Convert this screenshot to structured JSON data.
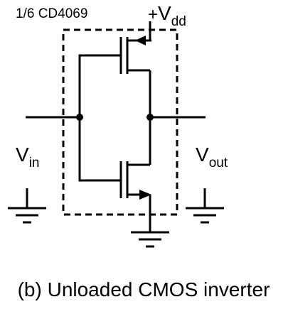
{
  "ic_part_label": "1/6 CD4069",
  "supply": {
    "plus_sign": "+",
    "symbol": "V",
    "subscript": "dd"
  },
  "input": {
    "symbol": "V",
    "subscript": "in"
  },
  "output": {
    "symbol": "V",
    "subscript": "out"
  },
  "caption": "(b) Unloaded CMOS inverter",
  "colors": {
    "ink": "#000000",
    "background": "#ffffff"
  }
}
